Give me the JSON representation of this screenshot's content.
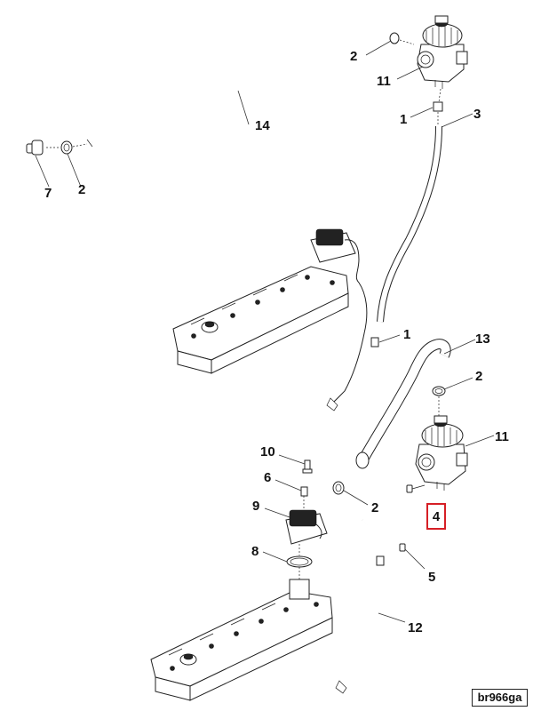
{
  "callouts": {
    "c2_top": "2",
    "c11_top": "11",
    "c14": "14",
    "c7": "7",
    "c2_left": "2",
    "c1_top": "1",
    "c3": "3",
    "c1_mid": "1",
    "c13": "13",
    "c2_right": "2",
    "c11_bottom": "11",
    "c10": "10",
    "c6": "6",
    "c9": "9",
    "c2_bottom": "2",
    "c4": "4",
    "c8": "8",
    "c5": "5",
    "c12": "12"
  },
  "reference_code": "br966ga",
  "highlight_color": "#d61f26"
}
